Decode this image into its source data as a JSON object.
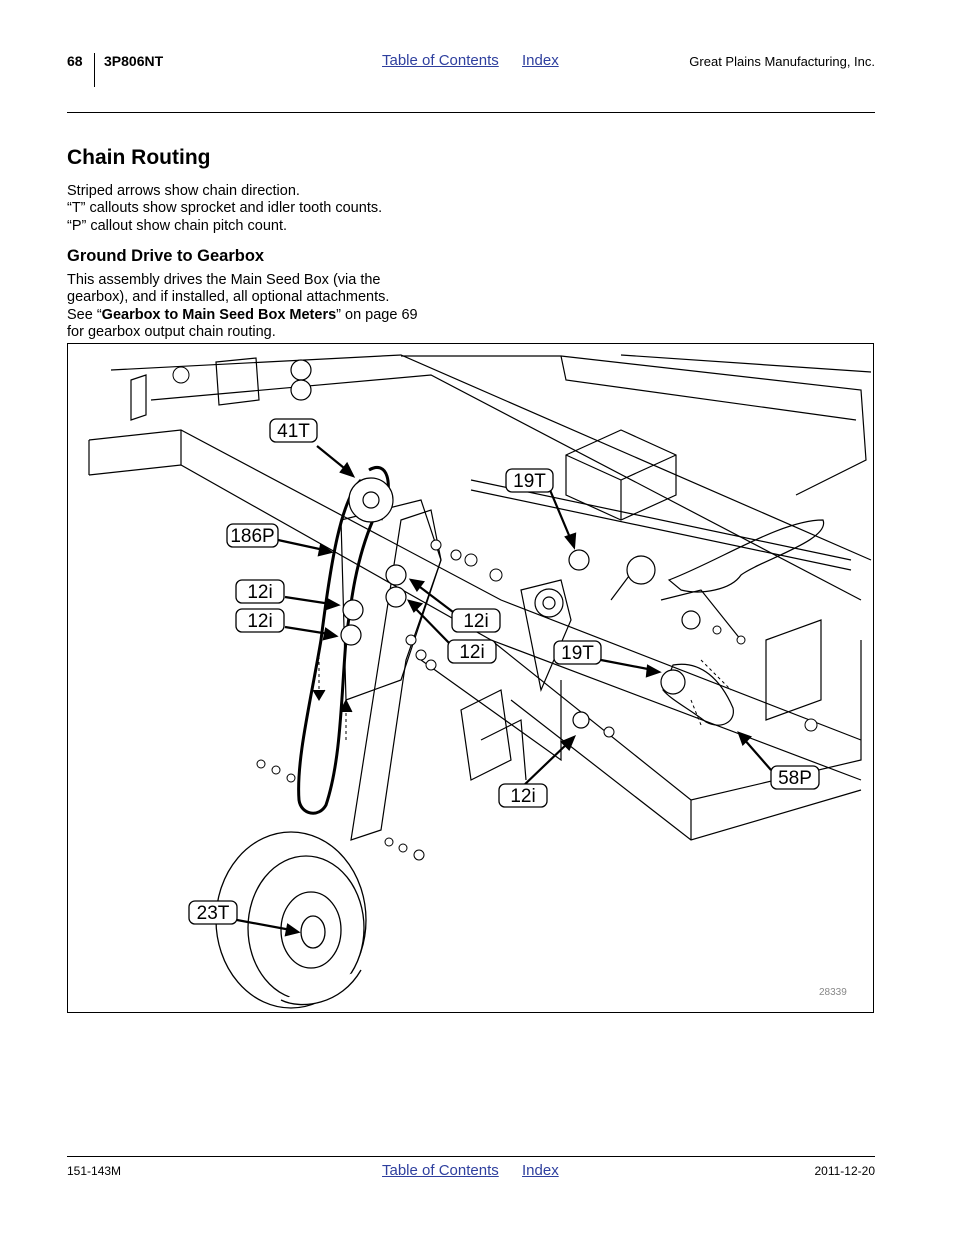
{
  "header": {
    "page_number": "68",
    "model": "3P806NT",
    "nav_toc": "Table of Contents",
    "nav_index": "Index",
    "company": "Great Plains Manufacturing, Inc."
  },
  "section": {
    "title": "Chain Routing",
    "intro_lines": [
      "Striped arrows show chain direction.",
      "“T” callouts show sprocket and idler tooth counts.",
      "“P” callout show chain pitch count."
    ],
    "subtitle": "Ground Drive to Gearbox",
    "body_1": "This assembly drives the Main Seed Box (via the",
    "body_2": "gearbox), and if installed, all optional attachments.",
    "body_3_pre": "See “",
    "body_3_bold": "Gearbox to Main Seed Box Meters",
    "body_3_post": "” on page 69",
    "body_4": "for gearbox output chain routing."
  },
  "figure": {
    "callouts": [
      "41T",
      "186P",
      "12i",
      "12i",
      "19T",
      "12i",
      "12i",
      "19T",
      "58P",
      "12i",
      "23T"
    ],
    "figure_number": "28339"
  },
  "footer": {
    "doc_id": "151-143M",
    "nav_toc": "Table of Contents",
    "nav_index": "Index",
    "date": "2011-12-20"
  }
}
